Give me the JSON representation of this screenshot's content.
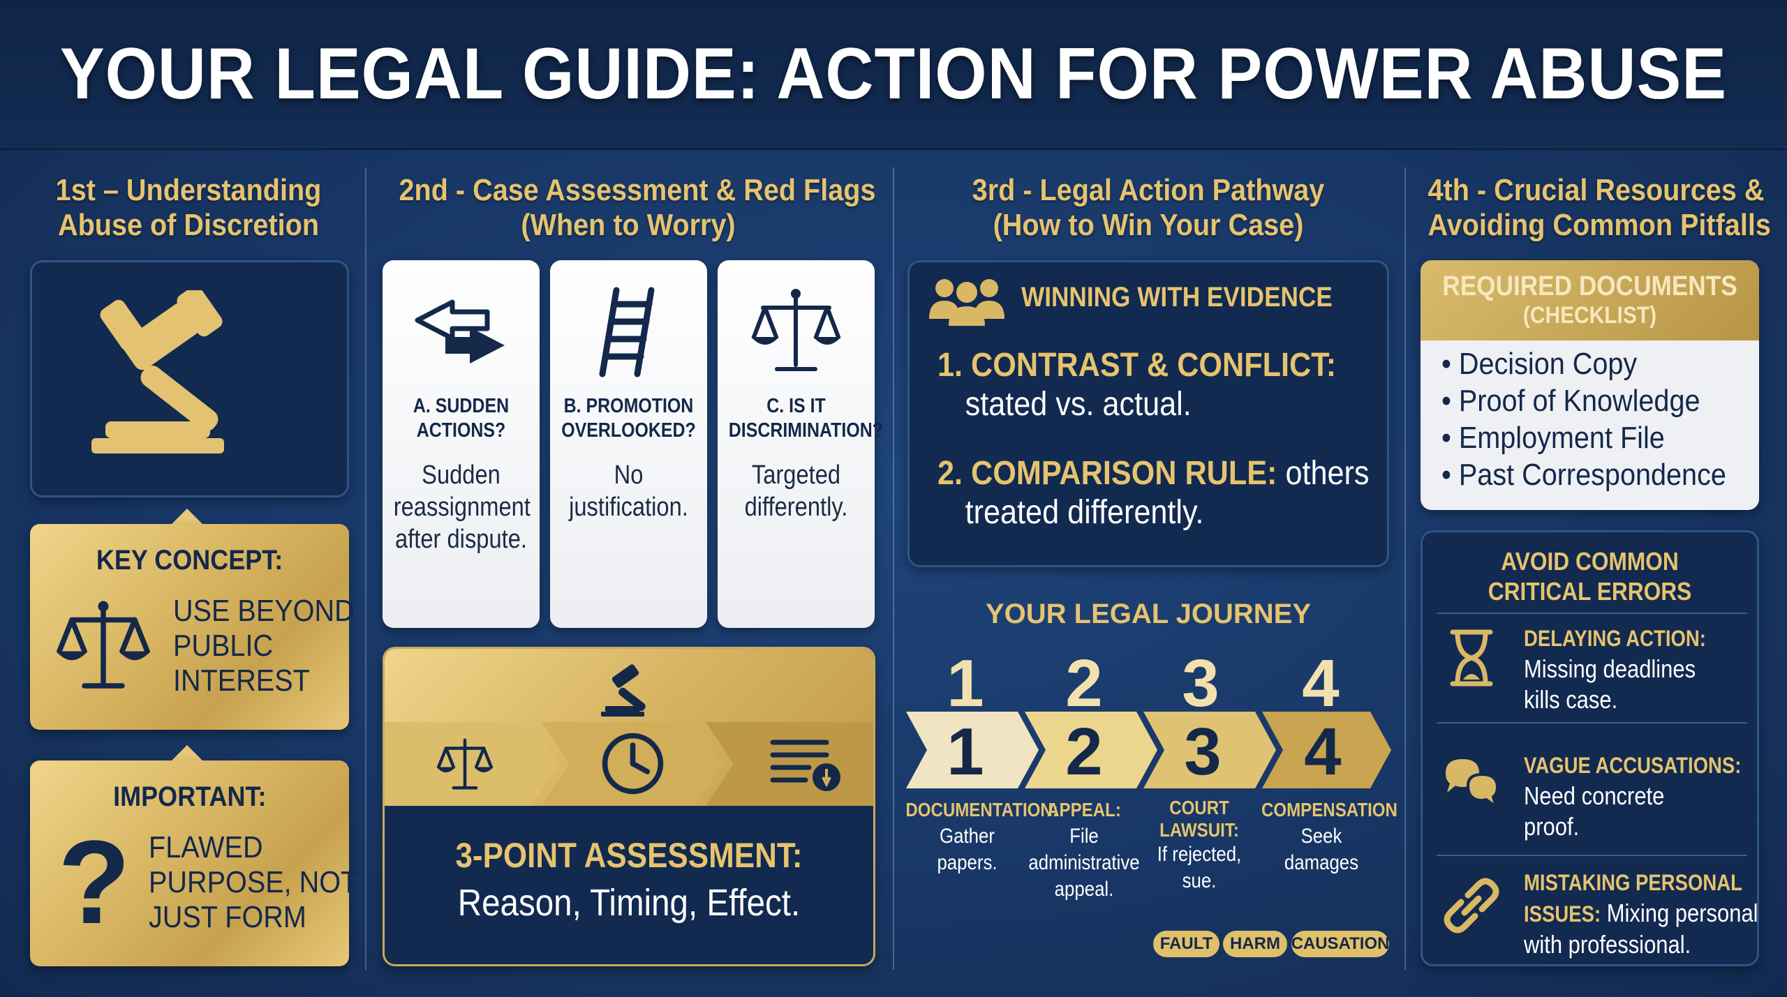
{
  "title": "YOUR LEGAL GUIDE: ACTION FOR POWER ABUSE",
  "colors": {
    "navy": "#122a50",
    "gold": "#e6c36e",
    "background": "#183766"
  },
  "col1": {
    "title": [
      "1st – Understanding",
      "Abuse of Discretion"
    ],
    "icon": "gavel-icon",
    "key_concept": {
      "heading": "KEY CONCEPT:",
      "icon": "scales-icon",
      "lines": [
        "USE BEYOND",
        "PUBLIC",
        "INTEREST"
      ]
    },
    "important": {
      "heading": "IMPORTANT:",
      "icon": "question-icon",
      "lines": [
        "FLAWED",
        "PURPOSE, NOT",
        "JUST FORM"
      ]
    }
  },
  "col2": {
    "title": [
      "2nd - Case Assessment & Red Flags",
      "(When to Worry)"
    ],
    "cards": [
      {
        "icon": "swap-arrows-icon",
        "heading": [
          "A. SUDDEN",
          "ACTIONS?"
        ],
        "body": [
          "Sudden",
          "reassignment",
          "after dispute."
        ]
      },
      {
        "icon": "ladder-icon",
        "heading": [
          "B. PROMOTION",
          "OVERLOOKED?"
        ],
        "body": [
          "No",
          "justification."
        ]
      },
      {
        "icon": "scales-icon",
        "heading": [
          "C. IS IT",
          "DISCRIMINATION?"
        ],
        "body": [
          "Targeted",
          "differently."
        ]
      }
    ],
    "assessment": {
      "icons": [
        "gavel-icon",
        "scales-icon",
        "clock-icon",
        "document-icon"
      ],
      "heading": "3-POINT ASSESSMENT:",
      "text": "Reason, Timing, Effect."
    }
  },
  "col3": {
    "title": [
      "3rd - Legal Action Pathway",
      "(How to Win Your Case)"
    ],
    "evidence": {
      "icon": "people-icon",
      "heading": "WINNING WITH EVIDENCE",
      "items": [
        {
          "num": "1.",
          "bold": "CONTRAST & CONFLICT:",
          "rest": "",
          "line2": "stated vs. actual."
        },
        {
          "num": "2.",
          "bold": "COMPARISON RULE:",
          "rest": " others",
          "line2": "treated differently."
        }
      ]
    },
    "journey": {
      "heading": "YOUR LEGAL JOURNEY",
      "steps": [
        {
          "num": "1",
          "label": "DOCUMENTATION:",
          "text": [
            "Gather",
            "papers."
          ]
        },
        {
          "num": "2",
          "label": "APPEAL:",
          "text": [
            "File",
            "administrative",
            "appeal."
          ]
        },
        {
          "num": "3",
          "label": "COURT LAWSUIT:",
          "text": [
            "If rejected,",
            "sue."
          ]
        },
        {
          "num": "4",
          "label": "COMPENSATION",
          "text": [
            "Seek",
            "damages"
          ]
        }
      ],
      "pills": [
        "FAULT",
        "HARM",
        "CAUSATION"
      ]
    }
  },
  "col4": {
    "title": [
      "4th - Crucial Resources &",
      "Avoiding Common Pitfalls"
    ],
    "docs": {
      "heading": "REQUIRED DOCUMENTS",
      "subheading": "(CHECKLIST)",
      "items": [
        "Decision Copy",
        "Proof of Knowledge",
        "Employment File",
        "Past Correspondence"
      ]
    },
    "errors": {
      "heading": [
        "AVOID COMMON",
        "CRITICAL ERRORS"
      ],
      "items": [
        {
          "icon": "hourglass-icon",
          "label": "DELAYING ACTION:",
          "lines": [
            "Missing deadlines",
            "kills case."
          ]
        },
        {
          "icon": "speech-bubbles-icon",
          "label": "VAGUE ACCUSATIONS:",
          "lines": [
            "Need concrete",
            "proof."
          ]
        },
        {
          "icon": "chain-link-icon",
          "label": "MISTAKING PERSONAL",
          "label2": "ISSUES:",
          "rest": " Mixing personal",
          "lines": [
            "with professional."
          ]
        }
      ]
    }
  }
}
